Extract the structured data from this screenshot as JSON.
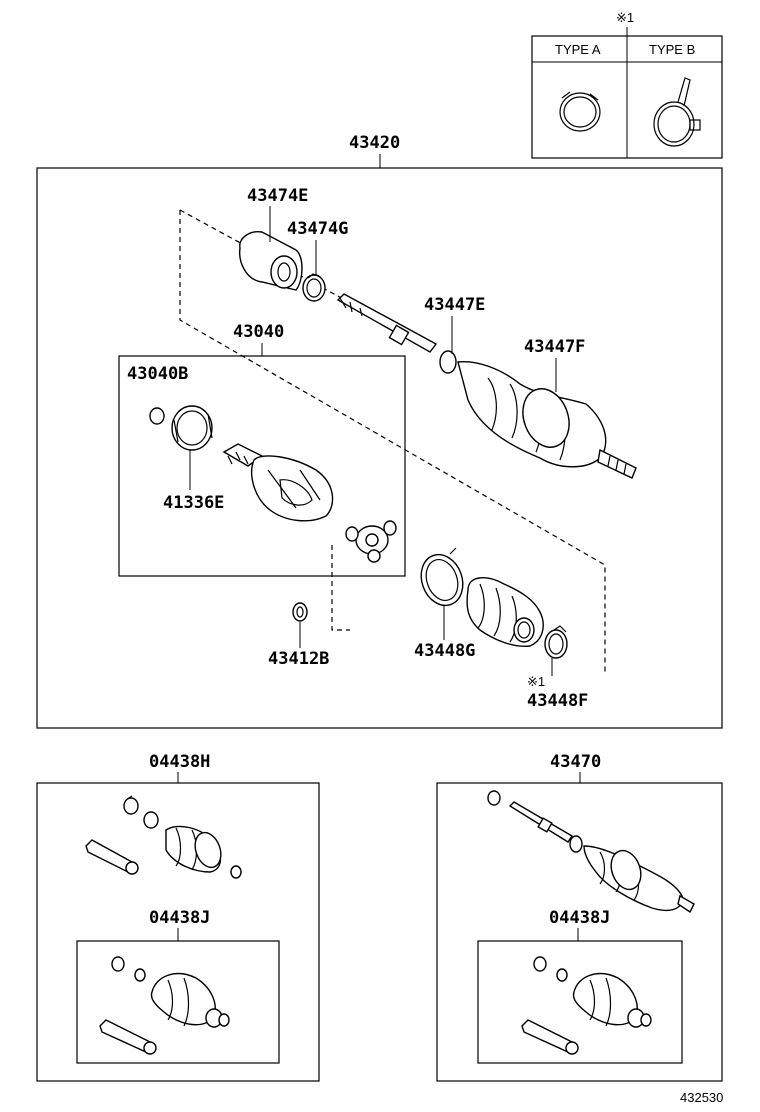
{
  "legend": {
    "note_mark": "※1",
    "type_a": "TYPE A",
    "type_b": "TYPE B"
  },
  "labels": {
    "assy_43420": "43420",
    "p43474E": "43474E",
    "p43474G": "43474G",
    "p43040": "43040",
    "p43040B": "43040B",
    "p41336E": "41336E",
    "p43447E": "43447E",
    "p43447F": "43447F",
    "p43412B": "43412B",
    "p43448G": "43448G",
    "p43448F_mark": "※1",
    "p43448F": "43448F",
    "kit_04438H": "04438H",
    "kit_04438J_left": "04438J",
    "assy_43470": "43470",
    "kit_04438J_right": "04438J"
  },
  "diagram_id": "432530"
}
